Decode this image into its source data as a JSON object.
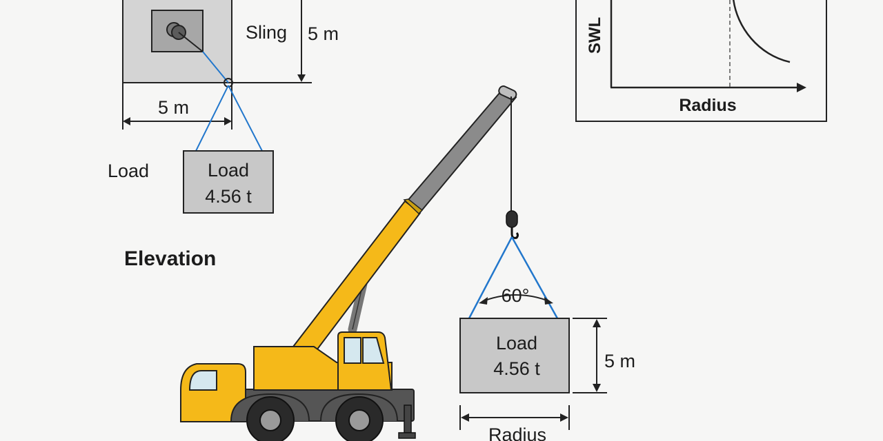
{
  "plan": {
    "sling_label": "Sling",
    "height_dim": "5 m",
    "width_dim": "5 m",
    "load_side_label": "Load",
    "load_box": {
      "line1": "Load",
      "line2": "4.56 t"
    }
  },
  "section_title": "Elevation",
  "elevation": {
    "angle_label": "60°",
    "load_box": {
      "line1": "Load",
      "line2": "4.56 t"
    },
    "height_dim": "5 m",
    "radius_dim": "Radius"
  },
  "chart": {
    "ylabel": "SWL",
    "xlabel": "Radius"
  },
  "colors": {
    "crane_yellow": "#f5b919",
    "sling_blue": "#2277cc",
    "load_gray": "#c8c8c8",
    "boom_gray": "#8b8b8b"
  }
}
